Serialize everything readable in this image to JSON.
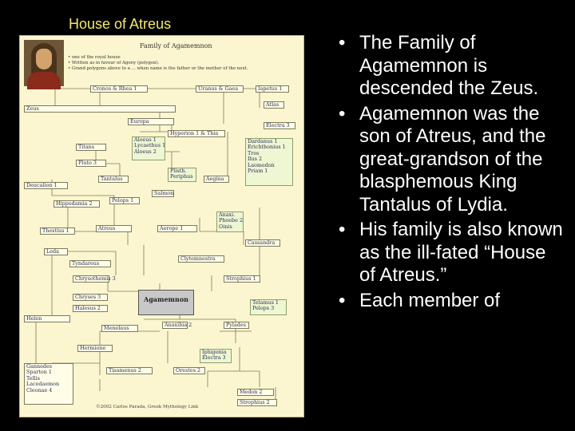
{
  "slide": {
    "title": "House of Atreus",
    "bullets": [
      "The Family of Agamemnon is descended the Zeus.",
      "Agamemnon was the son of Atreus, and the great-grandson of the blasphemous King Tantalus of Lydia.",
      "His family is also known as the ill-fated “House of Atreus.”",
      "Each member of"
    ],
    "bullet_glyph": "•",
    "title_color": "#f5e86a"
  },
  "tree": {
    "title": "Family of Agamemnon",
    "legend": [
      "• one of the royal house",
      "• Written as in favour of Agony (polygon).",
      "• Grand polygons above to a ... when name is the father or the mother of the next."
    ],
    "copyright": "©2002 Carlos Parada, Greek Mythology Link",
    "nodes": {
      "cronos": "Cronos & Rhea 1",
      "uranus": "Uranus & Gaea",
      "iapetus": "Iapetus 1",
      "atlas": "Atlas",
      "zeus": "Zeus",
      "europa": "Europa",
      "electra": "Electra 3",
      "hyperion": "Hyperion 1 & Thia",
      "titans": "Titans",
      "aloeus": "Aloeus 1\nLycaethus 1\nAloeus 2",
      "dardanus": "Dardanus 1\nErichthonius 1\nTros\nIlus 2\nLaomedon\nPriam 1",
      "pluto": "Pluto 3",
      "tantalus": "Tantalus",
      "plisth": "Plisth.\nPeriphus",
      "aegina": "Aegina",
      "deucalion": "Deucalion 1",
      "salmon": "Salmon",
      "hippodamia": "Hippodamia 2",
      "pelops": "Pelops 1",
      "anaxi": "Anaxi.\nPhoebe 2\nOinis",
      "thestius": "Thestius 1",
      "atreus": "Atreus",
      "aerope": "Aerope 1",
      "cassandra": "Cassandra",
      "leda": "Leda",
      "tyndareus": "Tyndareus",
      "clytemnestra": "Clytemnestra",
      "chrysothemis": "Chrysothemis 3",
      "strophius": "Strophius 1",
      "chryses": "Chryses 3",
      "agamemnon": "Agamemnon",
      "halesus": "Halesus 2",
      "telamus": "Telamus 1\nPelops 3",
      "helen": "Helen",
      "menelaus": "Menelaus",
      "anaxibia": "Anaxibia 2",
      "pylades": "Pylades",
      "hermione": "Hermione",
      "iphigenia": "Iphigenia\nElectra 3",
      "tisamenus": "Tisamenus 2",
      "orestes": "Orestes 2",
      "ganimedes": "Gannedes\nSparton 1\nTellis\nLacedaemon\nCleonae 4",
      "medon": "Medon 2",
      "strophius2": "Strophius 2"
    }
  }
}
